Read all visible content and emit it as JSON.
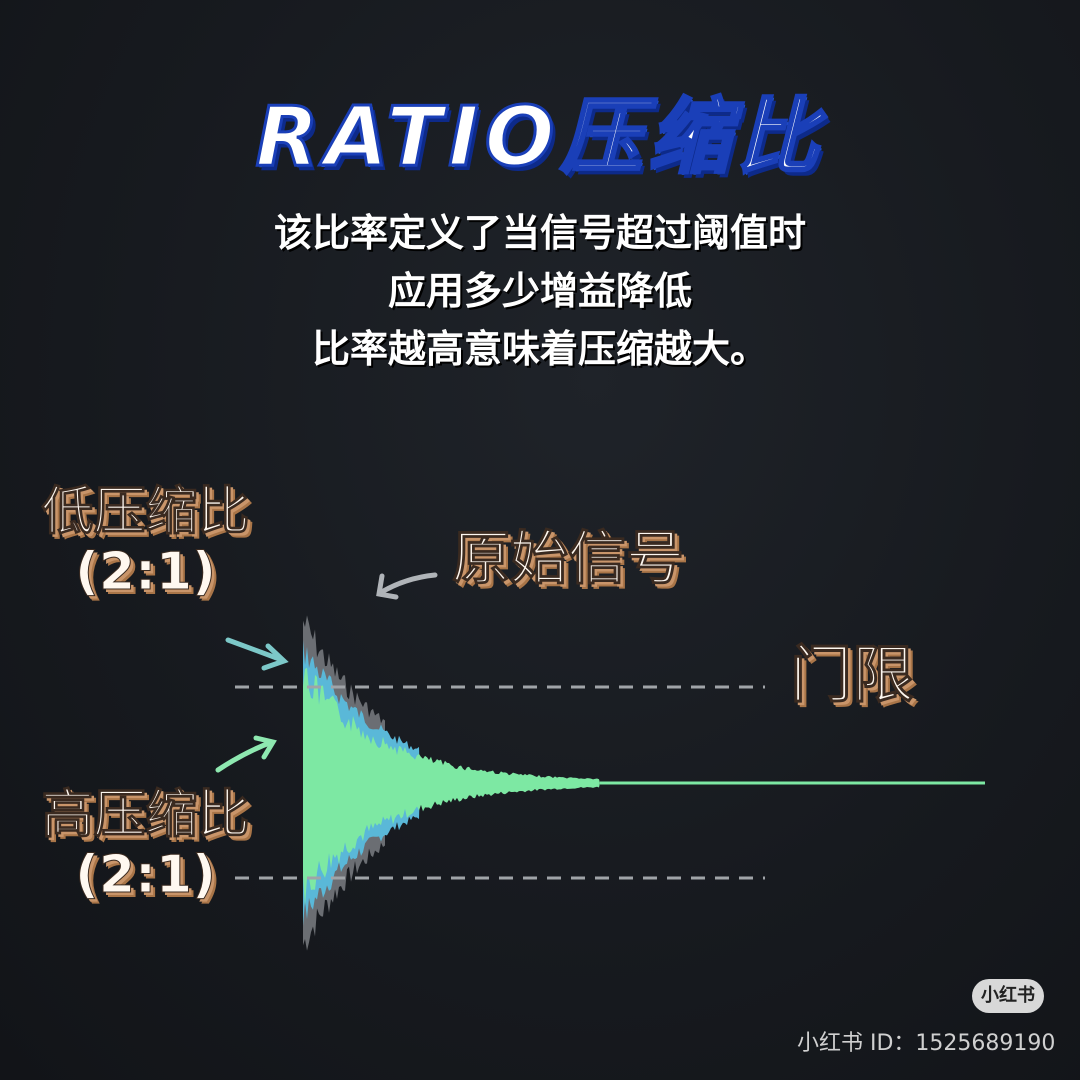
{
  "title": "RATIO压缩比",
  "description": [
    "该比率定义了当信号超过阈值时",
    "应用多少增益降低",
    "比率越高意味着压缩越大。"
  ],
  "labels": {
    "low_ratio": "低压缩比",
    "low_ratio_value": "(2:1)",
    "high_ratio": "高压缩比",
    "high_ratio_value": "(2:1)",
    "original_signal": "原始信号",
    "threshold": "门限"
  },
  "colors": {
    "original": "#6b6e73",
    "low_ratio": "#5ab8d8",
    "high_ratio": "#7de8a3",
    "threshold_line": "#a0a4a8",
    "arrow_teal": "#7cc8c8",
    "arrow_green": "#8ee8b0",
    "arrow_gray": "#b0b4b8"
  },
  "watermark": {
    "badge": "小红书",
    "id_text": "小红书 ID：1525689190"
  }
}
